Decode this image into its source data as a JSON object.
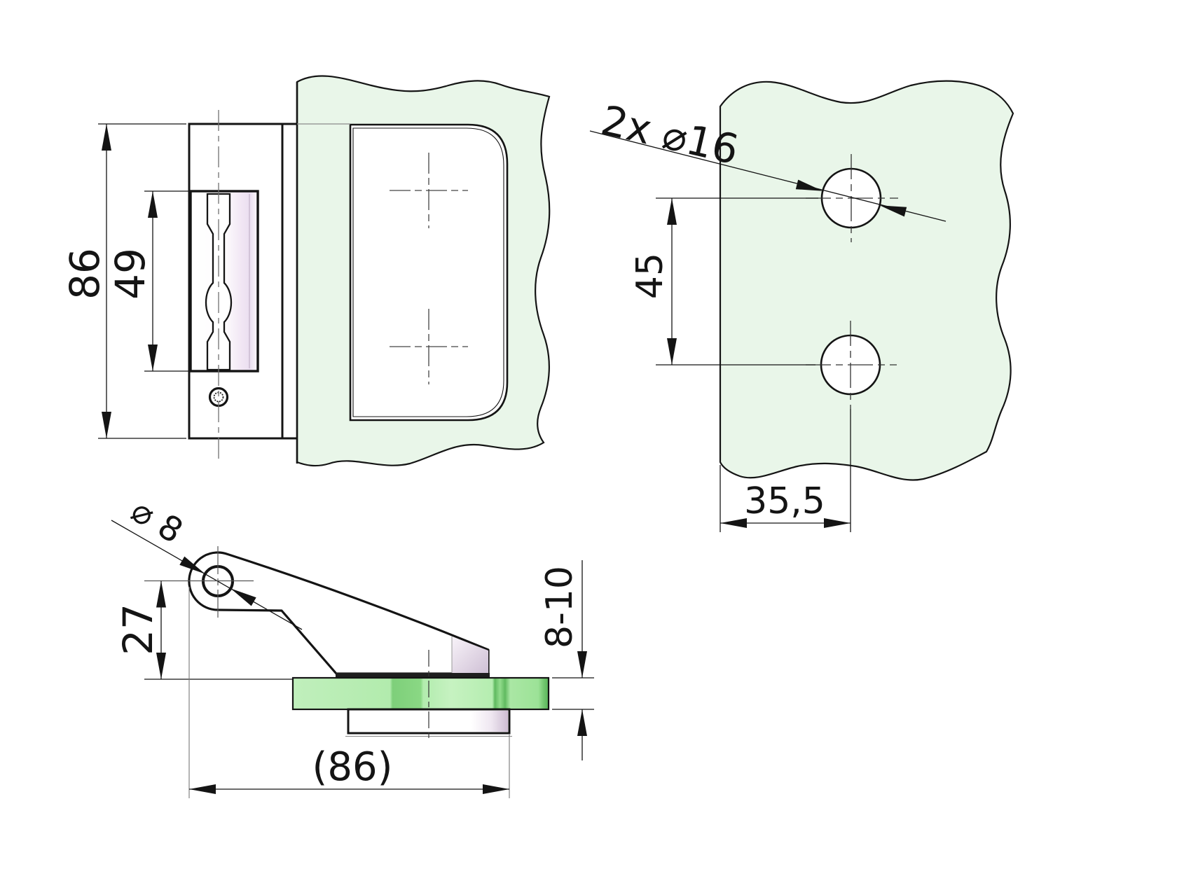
{
  "drawing": {
    "views": {
      "front": {
        "overall_height": "86",
        "slot_height": "49"
      },
      "glass_holes": {
        "holes_note": "2x ⌀16",
        "hole_spacing": "45",
        "edge_offset": "35,5"
      },
      "side": {
        "pivot_hole_dia": "⌀ 8",
        "pivot_height": "27",
        "glass_thickness": "8-10",
        "overall_width_ref": "(86)"
      }
    },
    "colors": {
      "glass_tint": "#e9f6e9",
      "glass_edge_green": "#8ad884",
      "hardware_tint": "#efe3f4",
      "line_color": "#141414"
    }
  }
}
